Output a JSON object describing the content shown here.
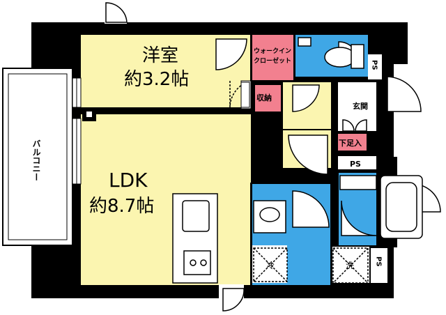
{
  "rooms": {
    "western_room": {
      "name": "洋室",
      "size": "約3.2帖"
    },
    "ldk": {
      "name": "LDK",
      "size": "約8.7帖"
    },
    "walk_in_closet": {
      "line1": "ウォークイン",
      "line2": "クローゼット"
    },
    "storage": "収納",
    "entrance": "玄関",
    "shoe_box": "下足入",
    "balcony": "バルコニー"
  },
  "markers": {
    "ps_top": "PS",
    "ps_middle": "PS",
    "ps_bottom": "PS",
    "wash_machine": "洗",
    "fridge": "冷"
  },
  "colors": {
    "room_yellow": "#fbf5b0",
    "wet_blue": "#3fa7e6",
    "closet_pink": "#f2808f",
    "wall": "#000000"
  }
}
